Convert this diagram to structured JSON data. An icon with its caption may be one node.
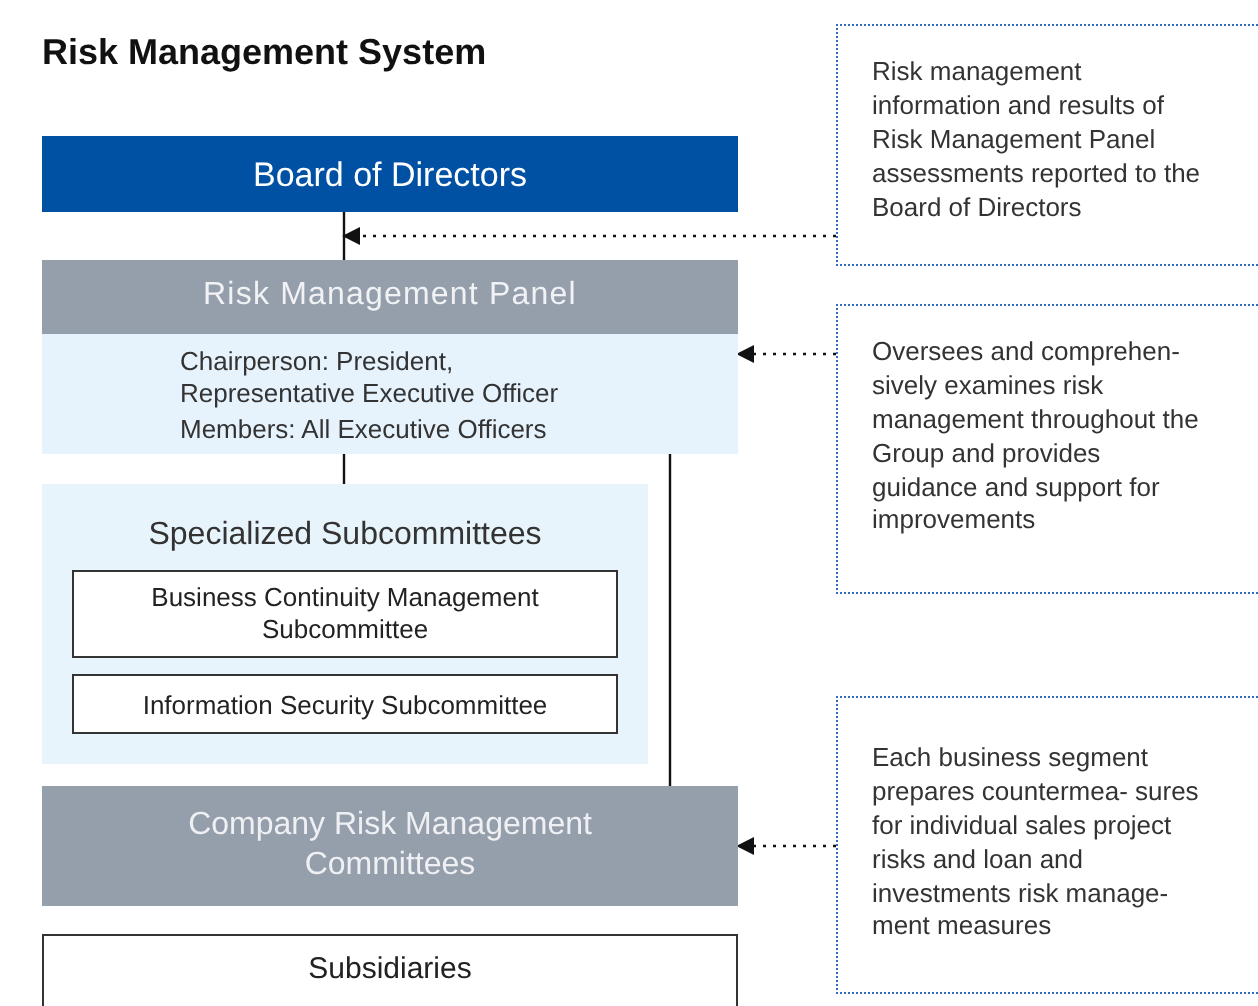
{
  "diagram": {
    "title": "Risk Management System",
    "nodes": [
      {
        "text": [
          "Board of Directors"
        ]
      },
      {
        "text": [
          "Risk Management Panel",
          "Chairperson: President, Representative Executive Officer",
          "Members: All Executive Officers"
        ]
      },
      {
        "text": [
          "Specialized Subcommittees"
        ]
      },
      {
        "text": [
          "Business Continuity Management Subcommittee"
        ],
        "in": 2
      },
      {
        "text": [
          "Information Security Subcommittee"
        ],
        "in": 2
      },
      {
        "text": [
          "Company Risk Management Committees"
        ]
      },
      {
        "text": [
          "Subsidiaries"
        ]
      },
      {
        "text": [
          "Risk management information and results of Risk Management Panel assessments reported to the Board of Directors"
        ]
      },
      {
        "text": [
          "Oversees and comprehen- sively examines risk management throughout the Group and provides guidance and support for improvements"
        ]
      },
      {
        "text": [
          "Each business segment prepares countermea- sures for individual sales project risks and loan and investments risk manage- ment measures"
        ]
      }
    ],
    "edges": [
      {
        "from": 0,
        "to": 1,
        "arrow": "none"
      },
      {
        "from": 1,
        "to": 2,
        "arrow": "none"
      },
      {
        "from": 1,
        "to": 5,
        "arrow": "none"
      },
      {
        "from": 7,
        "to": 0,
        "arrow": "to",
        "style": "dashed"
      },
      {
        "from": 8,
        "to": 1,
        "arrow": "to",
        "style": "dashed"
      },
      {
        "from": 9,
        "to": 5,
        "arrow": "to",
        "style": "dashed"
      }
    ]
  }
}
